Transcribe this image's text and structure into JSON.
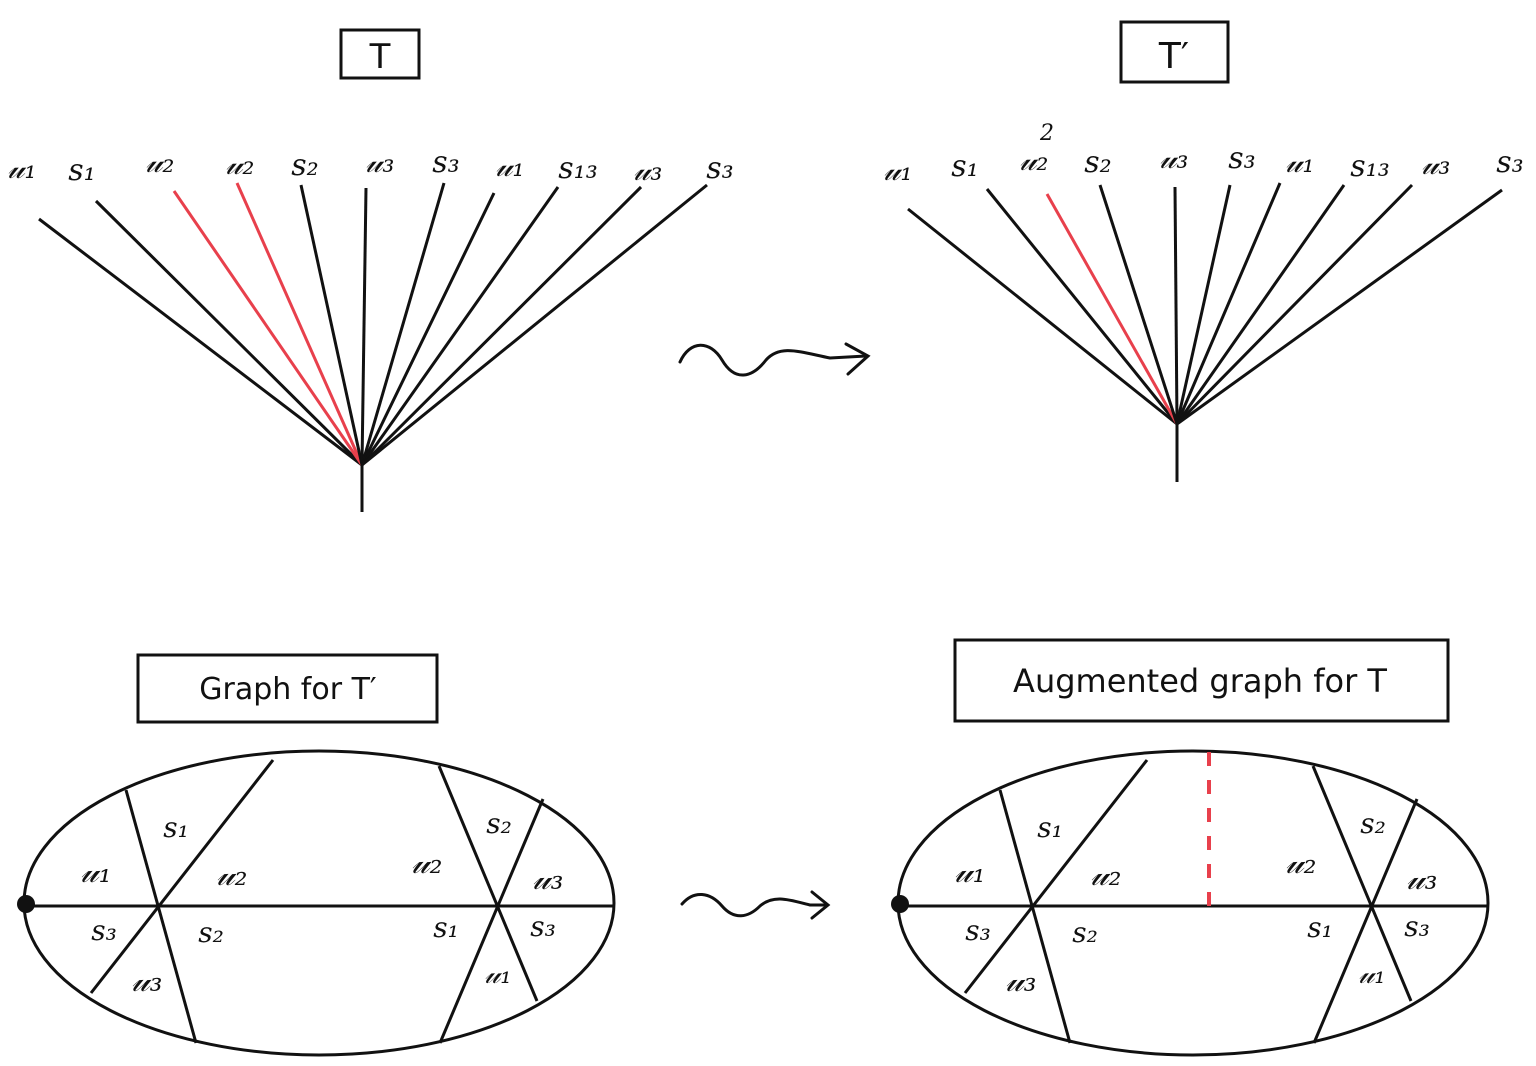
{
  "colors": {
    "ink": "#111111",
    "highlight": "#e8404c",
    "background": "#ffffff"
  },
  "tree_T": {
    "title": "T",
    "labels": [
      "𝓊₁",
      "s₁",
      "𝓊₂",
      "𝓊₂",
      "s₂",
      "𝓊₃",
      "s₃",
      "𝓊₁",
      "s₁₃",
      "𝓊₃",
      "s₃"
    ],
    "highlighted": [
      2,
      3
    ]
  },
  "tree_T_prime": {
    "title": "T′",
    "labels": [
      "𝓊₁",
      "s₁",
      "𝓊₂",
      "s₂",
      "𝓊₃",
      "s₃",
      "𝓊₁",
      "s₁₃",
      "𝓊₃",
      "s₃"
    ],
    "u2_superscript": "2",
    "highlighted": [
      2
    ]
  },
  "arrow_top": {
    "icon": "squiggle-arrow-icon"
  },
  "arrow_bottom": {
    "icon": "squiggle-arrow-icon"
  },
  "graph_T_prime": {
    "title": "Graph for T′",
    "left_vertex": {
      "labels": [
        "s₁",
        "𝓊₁",
        "𝓊₂",
        "s₃",
        "s₂",
        "𝓊₃"
      ]
    },
    "right_vertex": {
      "labels": [
        "s₂",
        "𝓊₂",
        "𝓊₃",
        "s₁",
        "s₃",
        "𝓊₁"
      ]
    }
  },
  "graph_T_augmented": {
    "title": "Augmented graph for T",
    "left_vertex": {
      "labels": [
        "s₁",
        "𝓊₁",
        "𝓊₂",
        "s₃",
        "s₂",
        "𝓊₃"
      ]
    },
    "right_vertex": {
      "labels": [
        "s₂",
        "𝓊₂",
        "𝓊₃",
        "s₁",
        "s₃",
        "𝓊₁"
      ]
    },
    "augmented_edge": "dashed"
  }
}
